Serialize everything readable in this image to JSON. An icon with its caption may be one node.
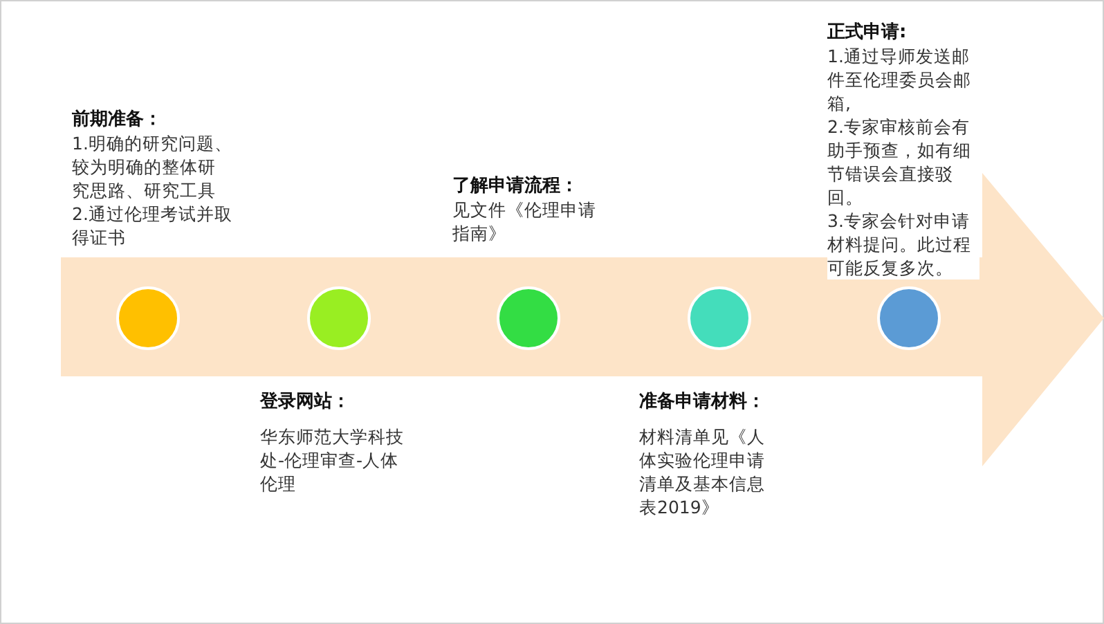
{
  "diagram": {
    "nodes": [
      {
        "text": [],
        "shape": "arrow"
      },
      {
        "text": [],
        "shape": "circle",
        "in": 0,
        "beside": [
          "前期准备：",
          "1.明确的研究问题、较为明确的整体研究思路、研究工具",
          "2.通过伦理考试并取得证书"
        ]
      },
      {
        "text": [],
        "shape": "circle",
        "in": 0,
        "beside": [
          "登录网站：",
          "华东师范大学科技处-伦理审查-人体伦理"
        ]
      },
      {
        "text": [],
        "shape": "circle",
        "in": 0,
        "beside": [
          "了解申请流程：",
          "见文件《伦理申请指南》"
        ]
      },
      {
        "text": [],
        "shape": "circle",
        "in": 0,
        "beside": [
          "准备申请材料：",
          "材料清单见《人体实验伦理申请清单及基本信息表2019》"
        ]
      },
      {
        "text": [],
        "shape": "circle",
        "in": 0,
        "beside": [
          "正式申请:",
          "1.通过导师发送邮件至伦理委员会邮箱,",
          "2.专家审核前会有助手预查，如有细节错误会直接驳回。",
          "3.专家会针对申请材料提问。此过程可能反复多次。"
        ]
      }
    ]
  }
}
